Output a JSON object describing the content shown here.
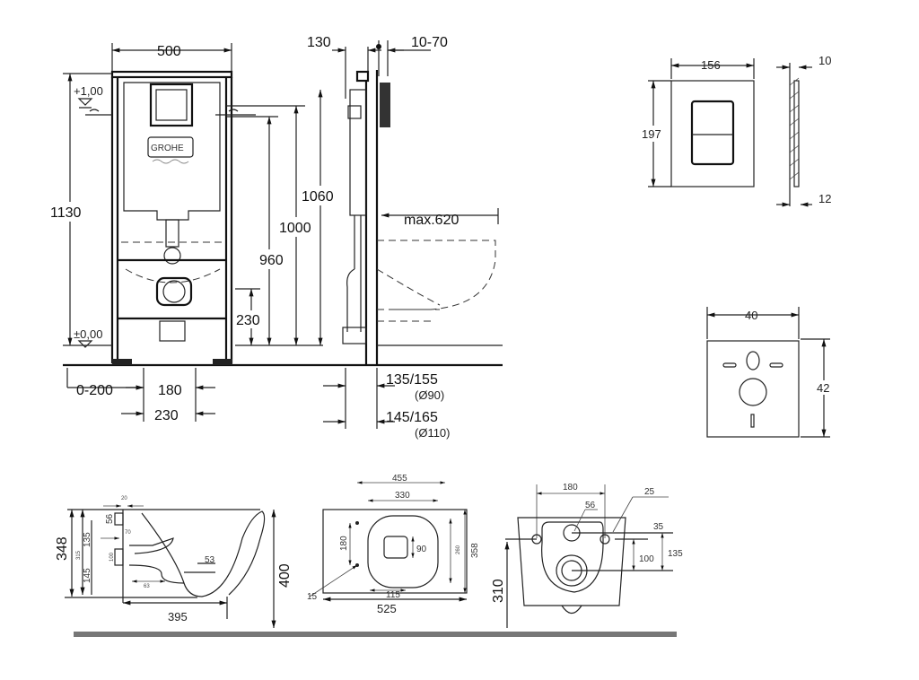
{
  "frame_front": {
    "width": "500",
    "height_total": "1130",
    "level_top": "+1,00",
    "level_zero": "±0,00",
    "brand_logo": "GROHE",
    "dim_1000": "1000",
    "dim_960": "960",
    "dim_230_v": "230",
    "dim_0_200": "0-200",
    "dim_180": "180",
    "dim_230_h": "230"
  },
  "frame_side": {
    "dim_130": "130",
    "dim_10_70": "10-70",
    "dim_1060": "1060",
    "dim_max620": "max.620",
    "dim_135_155": "135/155",
    "dim_d90": "(Ø90)",
    "dim_145_165": "145/165",
    "dim_d110": "(Ø110)"
  },
  "flush_plate": {
    "width": "156",
    "height": "197",
    "depth_top": "10",
    "depth_bottom": "12"
  },
  "sound_pad": {
    "width": "40",
    "height": "42"
  },
  "bowl_side": {
    "height_348": "348",
    "dim_315": "315",
    "dim_135": "135",
    "dim_145": "145",
    "dim_56": "56",
    "dim_20": "20",
    "dim_70": "70",
    "dim_100": "100",
    "dim_63": "63",
    "dim_53": "53",
    "length_395": "395",
    "height_400": "400"
  },
  "bowl_top": {
    "dim_455": "455",
    "dim_330": "330",
    "dim_180": "180",
    "dim_90": "90",
    "dim_260": "260",
    "dim_358": "358",
    "dim_15": "15",
    "dim_115": "115",
    "length_525": "525"
  },
  "bowl_rear": {
    "dim_180": "180",
    "dim_56": "56",
    "dim_25": "25",
    "dim_35": "35",
    "dim_100": "100",
    "dim_135": "135",
    "height_310": "310"
  }
}
